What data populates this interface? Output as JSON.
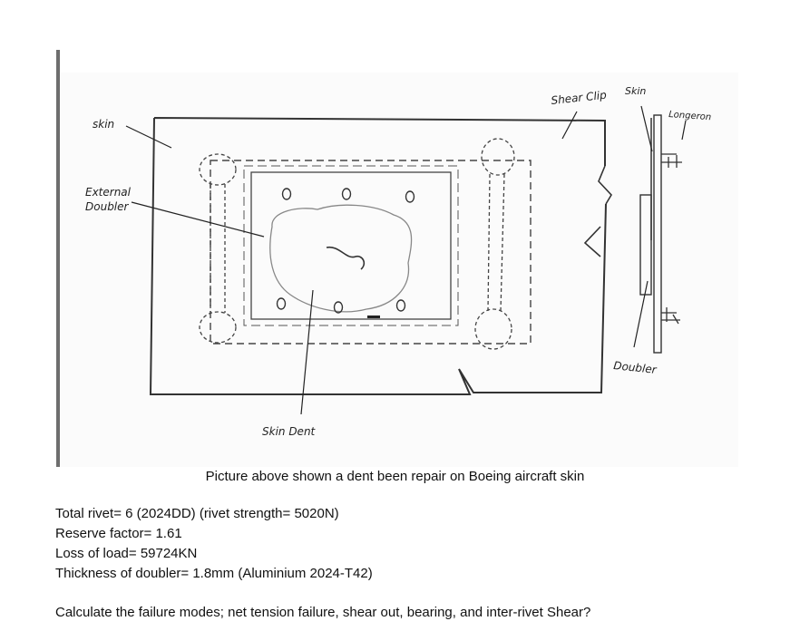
{
  "diagram": {
    "labels": {
      "skin_left": "skin",
      "external_doubler_line1": "External",
      "external_doubler_line2": "Doubler",
      "shear_clip": "Shear Clip",
      "skin_top": "Skin",
      "longeron": "Longeron",
      "doubler": "Doubler",
      "skin_dent": "Skin Dent"
    }
  },
  "caption": "Picture above shown a dent been repair on Boeing aircraft skin",
  "given": {
    "total_rivet": "Total rivet= 6 (2024DD) (rivet strength= 5020N)",
    "reserve_factor": "Reserve factor= 1.61",
    "loss_of_load": "Loss of load= 59724KN",
    "thickness": "Thickness of doubler= 1.8mm (Aluminium 2024-T42)"
  },
  "question": "Calculate the failure modes; net tension failure, shear out, bearing, and inter-rivet Shear?"
}
